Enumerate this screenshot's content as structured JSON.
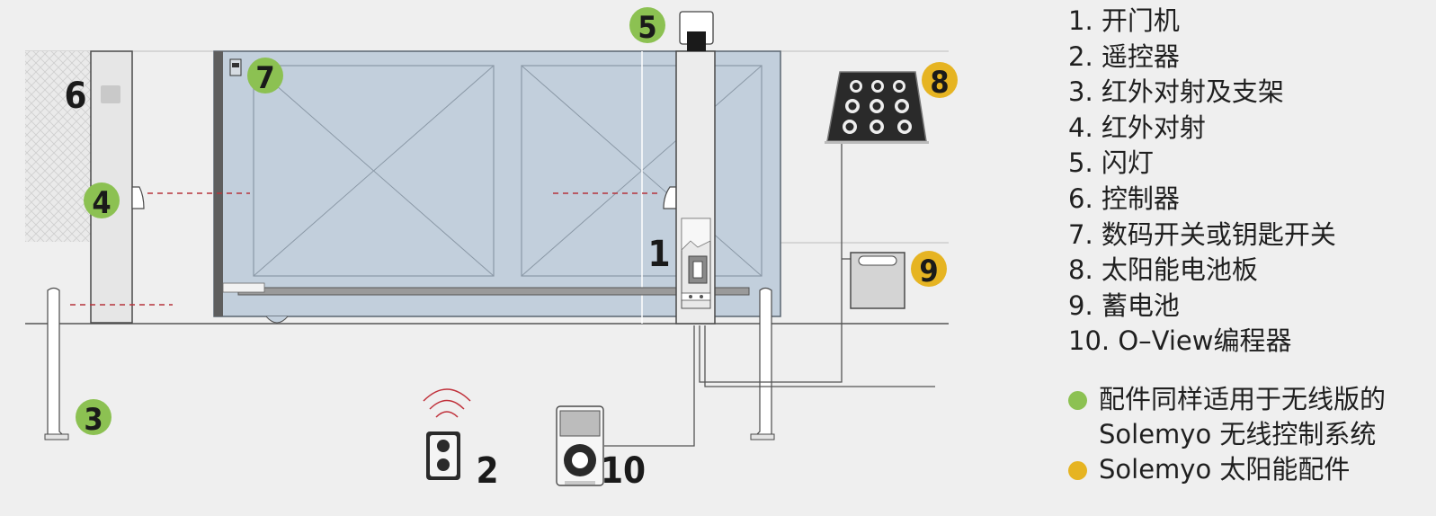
{
  "colors": {
    "background": "#efefef",
    "gate_fill": "#c2cfdc",
    "green_badge": "#8cc152",
    "yellow_badge": "#e6b422",
    "beam_line": "#b5343c",
    "wifi_signal": "#c0303a",
    "post": "#e6e6e6",
    "outline": "#4a4a4a"
  },
  "callouts": {
    "opener": "1",
    "remote": "2",
    "photocell_posts": "3",
    "photocell_wall": "4",
    "flash_light": "5",
    "controller": "6",
    "keypad": "7",
    "solar_panel": "8",
    "battery": "9",
    "programmer": "10"
  },
  "legend": [
    "1. 开门机",
    "2. 遥控器",
    "3. 红外对射及支架",
    "4. 红外对射",
    "5. 闪灯",
    "6. 控制器",
    "7. 数码开关或钥匙开关",
    "8. 太阳能电池板",
    "9. 蓄电池",
    "10. O–View编程器"
  ],
  "notes": {
    "wireless": {
      "line1": "配件同样适用于无线版的",
      "line2": "Solemyo 无线控制系统",
      "dot_color": "#8cc152"
    },
    "solar": {
      "line1": "Solemyo 太阳能配件",
      "dot_color": "#e6b422"
    }
  }
}
